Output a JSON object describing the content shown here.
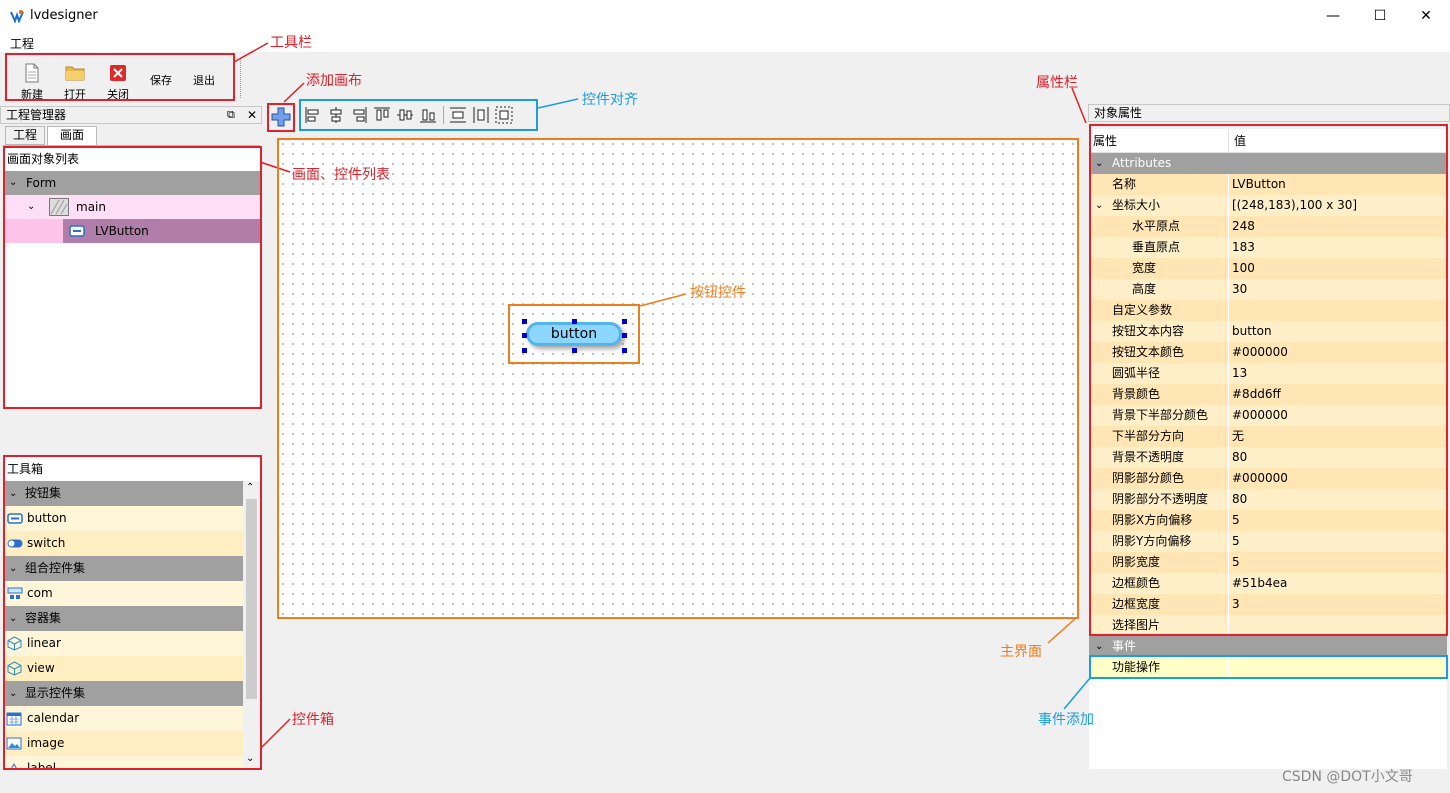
{
  "window": {
    "title": "lvdesigner",
    "min": "—",
    "max": "☐",
    "close": "✕"
  },
  "menu": {
    "project": "工程"
  },
  "toolbar": [
    {
      "label": "新建",
      "icon": "new-file-icon"
    },
    {
      "label": "打开",
      "icon": "folder-open-icon"
    },
    {
      "label": "关闭",
      "icon": "close-red-icon"
    },
    {
      "label": "保存",
      "icon": ""
    },
    {
      "label": "退出",
      "icon": ""
    }
  ],
  "project_manager": {
    "title": "工程管理器",
    "tabs": [
      "工程",
      "画面"
    ],
    "list_title": "画面对象列表",
    "tree": {
      "root": "Form",
      "child": "main",
      "leaf": "LVButton"
    }
  },
  "toolbox": {
    "title": "工具箱",
    "items": [
      {
        "type": "header",
        "label": "按钮集"
      },
      {
        "type": "item",
        "label": "button",
        "icon": "button-icon"
      },
      {
        "type": "item",
        "label": "switch",
        "icon": "switch-icon"
      },
      {
        "type": "header",
        "label": "组合控件集"
      },
      {
        "type": "item",
        "label": "com",
        "icon": "combo-icon"
      },
      {
        "type": "header",
        "label": "容器集"
      },
      {
        "type": "item",
        "label": "linear",
        "icon": "cube-icon"
      },
      {
        "type": "item",
        "label": "view",
        "icon": "cube-icon"
      },
      {
        "type": "header",
        "label": "显示控件集"
      },
      {
        "type": "item",
        "label": "calendar",
        "icon": "calendar-icon"
      },
      {
        "type": "item",
        "label": "image",
        "icon": "image-icon"
      },
      {
        "type": "item",
        "label": "label",
        "icon": "label-icon"
      }
    ]
  },
  "canvas": {
    "button_text": "button"
  },
  "properties": {
    "title": "对象属性",
    "col_attr": "属性",
    "col_value": "值",
    "section_attrs": "Attributes",
    "rows": [
      {
        "k": "名称",
        "v": "LVButton",
        "indent": 0
      },
      {
        "k": "坐标大小",
        "v": "[(248,183),100 x 30]",
        "indent": 0,
        "expand": true
      },
      {
        "k": "水平原点",
        "v": "248",
        "indent": 1
      },
      {
        "k": "垂直原点",
        "v": "183",
        "indent": 1
      },
      {
        "k": "宽度",
        "v": "100",
        "indent": 1
      },
      {
        "k": "高度",
        "v": "30",
        "indent": 1
      },
      {
        "k": "自定义参数",
        "v": "",
        "indent": 0
      },
      {
        "k": "按钮文本内容",
        "v": "button",
        "indent": 0
      },
      {
        "k": "按钮文本颜色",
        "v": "#000000",
        "indent": 0
      },
      {
        "k": "圆弧半径",
        "v": "13",
        "indent": 0
      },
      {
        "k": "背景颜色",
        "v": "#8dd6ff",
        "indent": 0
      },
      {
        "k": "背景下半部分颜色",
        "v": "#000000",
        "indent": 0
      },
      {
        "k": "下半部分方向",
        "v": "无",
        "indent": 0
      },
      {
        "k": "背景不透明度",
        "v": "80",
        "indent": 0
      },
      {
        "k": "阴影部分颜色",
        "v": "#000000",
        "indent": 0
      },
      {
        "k": "阴影部分不透明度",
        "v": "80",
        "indent": 0
      },
      {
        "k": "阴影X方向偏移",
        "v": "5",
        "indent": 0
      },
      {
        "k": "阴影Y方向偏移",
        "v": "5",
        "indent": 0
      },
      {
        "k": "阴影宽度",
        "v": "5",
        "indent": 0
      },
      {
        "k": "边框颜色",
        "v": "#51b4ea",
        "indent": 0
      },
      {
        "k": "边框宽度",
        "v": "3",
        "indent": 0
      },
      {
        "k": "选择图片",
        "v": "",
        "indent": 0
      }
    ],
    "section_events": "事件",
    "event_row": {
      "k": "功能操作",
      "v": ""
    }
  },
  "annotations": {
    "toolbar": "工具栏",
    "add_canvas": "添加画布",
    "align": "控件对齐",
    "props_bar": "属性栏",
    "scene_list": "画面、控件列表",
    "button_ctrl": "按钮控件",
    "main_ui": "主界面",
    "event_add": "事件添加",
    "toolbox": "控件箱"
  },
  "watermark": "CSDN @DOT小文哥",
  "colors": {
    "accent_red": "#e0202a",
    "accent_orange": "#f07c1c",
    "accent_blue": "#1a9ee0",
    "prop_row": "#ffe6b4",
    "btn_bg": "#8dd6ff",
    "btn_border": "#51b4ea"
  }
}
